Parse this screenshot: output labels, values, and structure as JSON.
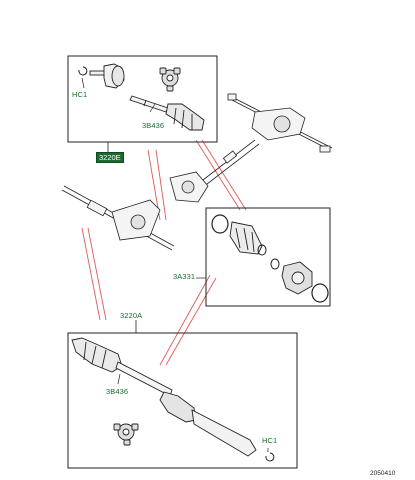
{
  "labels": {
    "hc1_top": "HC1",
    "part_3b436_top": "3B436",
    "part_3220e": "3220E",
    "part_3a331": "3A331",
    "part_3220a": "3220A",
    "part_3b436_bottom": "3B436",
    "hc1_bottom": "HC1"
  },
  "reference_number": "2050410",
  "colors": {
    "label_green": "#1a6b30",
    "leader_red": "#e05a5a",
    "line_black": "#222222"
  }
}
